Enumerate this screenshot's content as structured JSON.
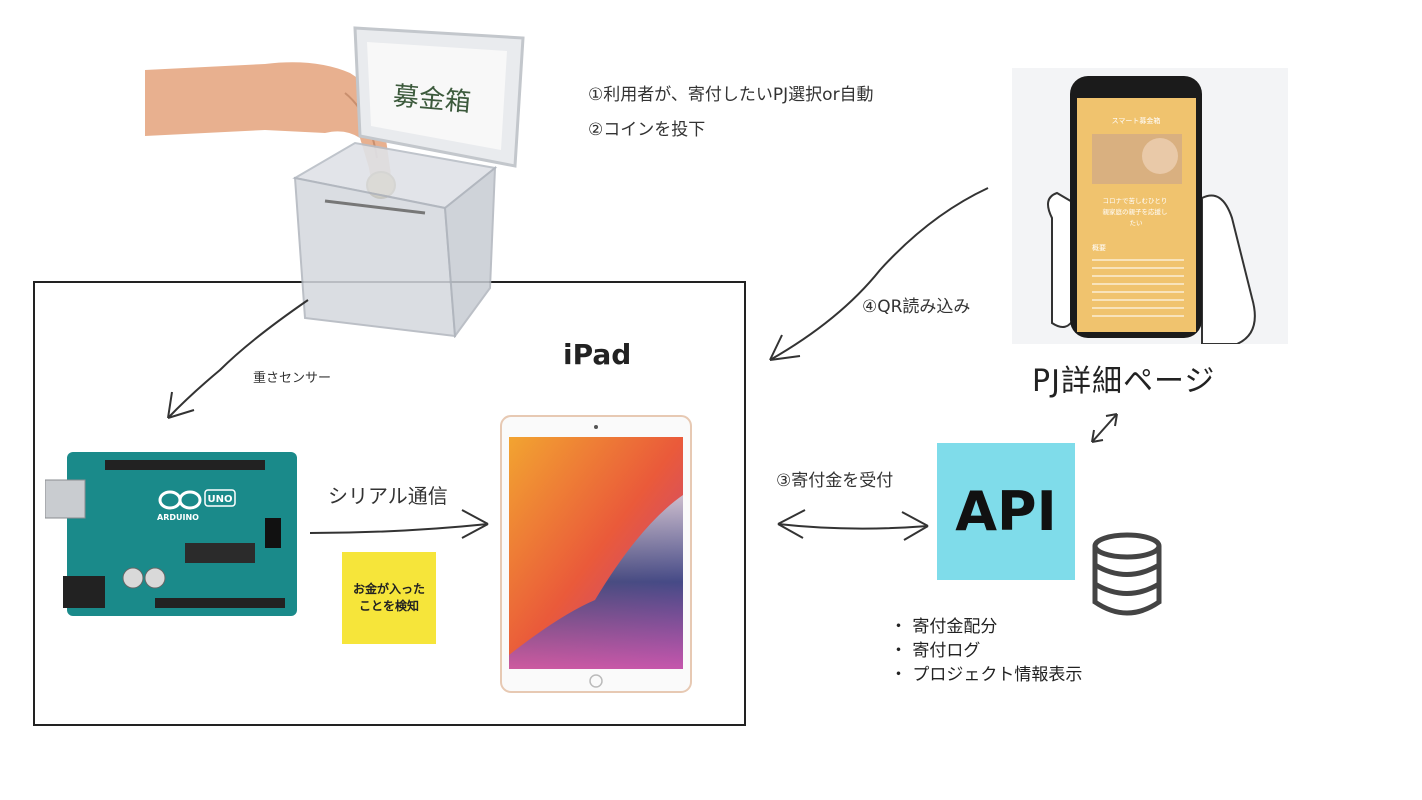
{
  "steps": {
    "step1": "①利用者が、寄付したいPJ選択or自動",
    "step2": "②コインを投下",
    "step3": "③寄付金を受付",
    "step4": "④QR読み込み"
  },
  "donation_box": {
    "lid_text": "募金箱"
  },
  "labels": {
    "weight_sensor": "重さセンサー",
    "serial": "シリアル通信",
    "ipad": "iPad",
    "pj_detail": "PJ詳細ページ",
    "api": "API"
  },
  "sticky_note": {
    "text": "お金が入ったことを検知"
  },
  "arduino": {
    "logo_text": "ARDUINO",
    "model": "UNO"
  },
  "phone_page": {
    "header": "スマート募金箱",
    "headline": "コロナで苦しむひとり親家庭の親子を応援したい",
    "section": "概要"
  },
  "api_features": [
    "・ 寄付金配分",
    "・ 寄付ログ",
    "・ プロジェクト情報表示"
  ],
  "colors": {
    "api_bg": "#7fdcea",
    "sticky_bg": "#f6e53a",
    "arduino_board": "#1a8a8a",
    "phone_page_bg": "#f0c36e"
  }
}
